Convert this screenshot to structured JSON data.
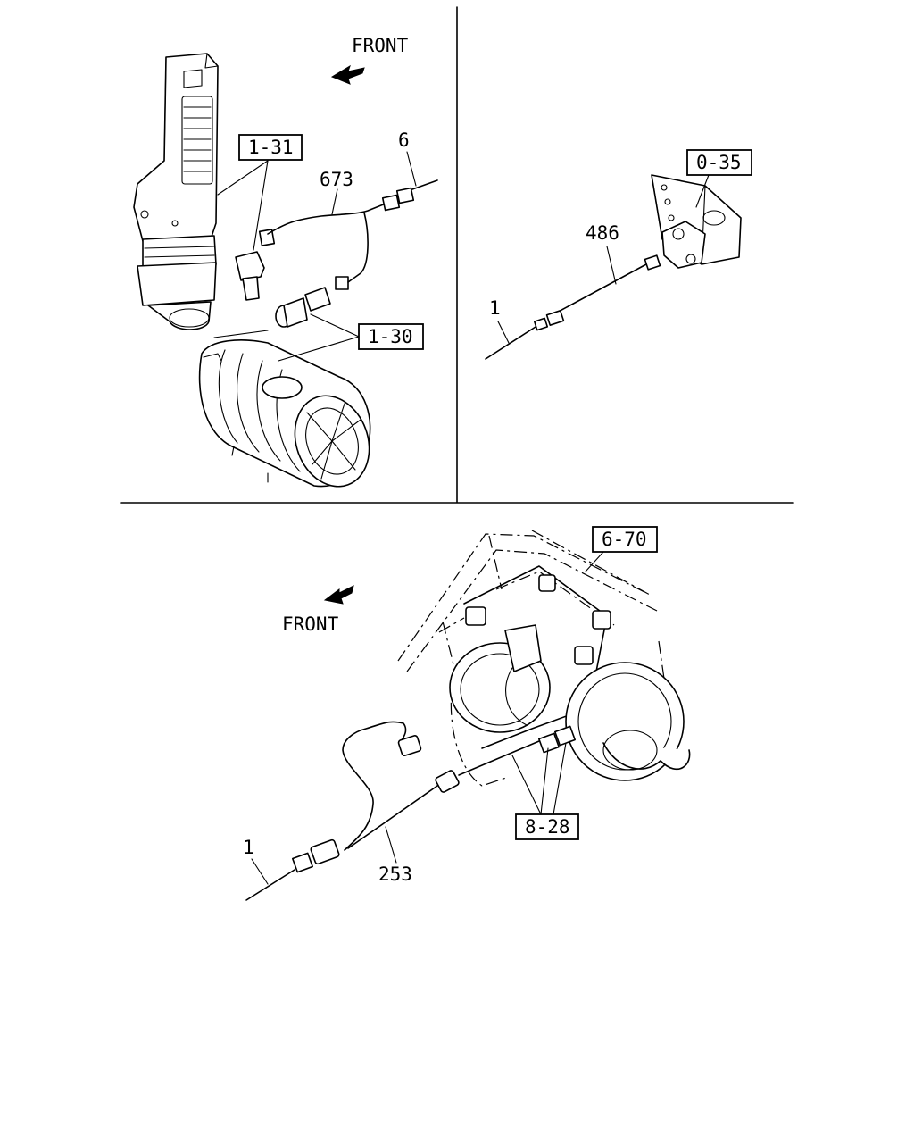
{
  "top_left": {
    "front_label": "FRONT",
    "callouts": [
      "1-31",
      "1-30"
    ],
    "part_numbers": [
      "673",
      "6"
    ]
  },
  "top_right": {
    "callouts": [
      "0-35"
    ],
    "part_numbers": [
      "486",
      "1"
    ]
  },
  "bottom": {
    "front_label": "FRONT",
    "callouts": [
      "6-70",
      "8-28"
    ],
    "part_numbers": [
      "1",
      "253"
    ]
  }
}
